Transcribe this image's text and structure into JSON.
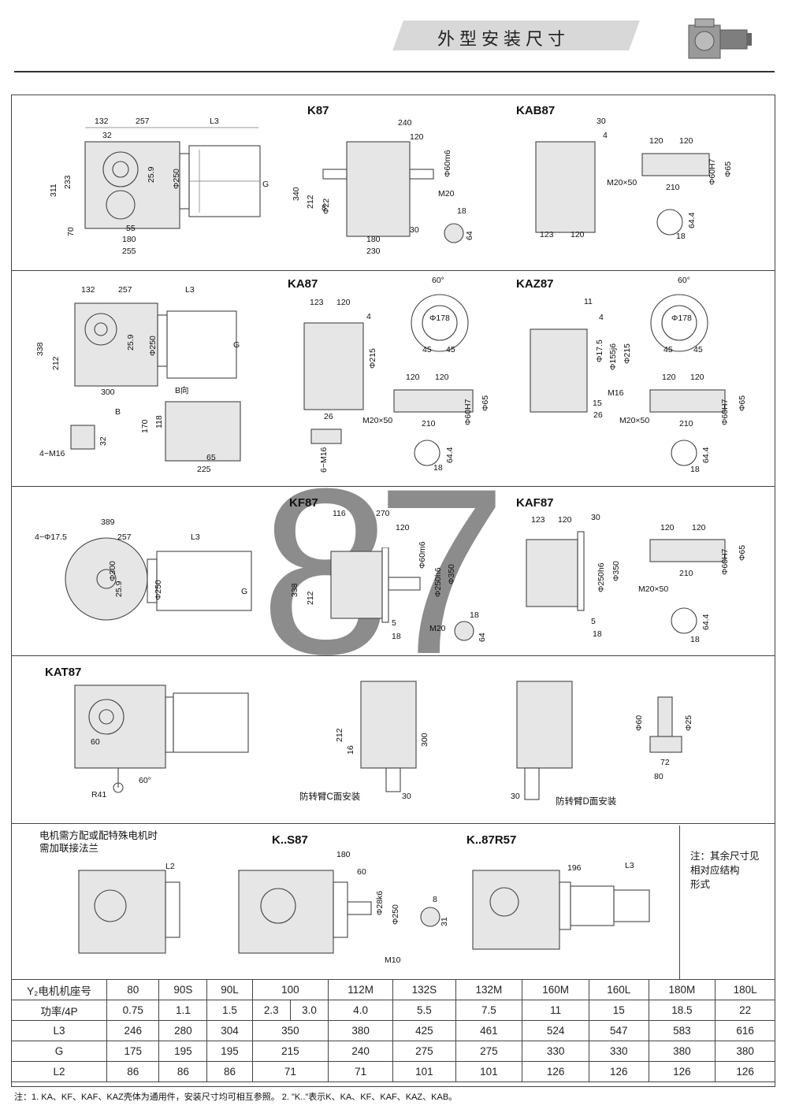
{
  "header": {
    "title": "外型安装尺寸"
  },
  "sections": {
    "k87": {
      "title": "K87",
      "dims": [
        "132",
        "257",
        "L3",
        "32",
        "311",
        "233",
        "25.9",
        "Φ250",
        "G",
        "70",
        "55",
        "180",
        "255"
      ]
    },
    "k87_side": {
      "dims": [
        "240",
        "120",
        "Φ60m6",
        "340",
        "212",
        "8",
        "Φ22",
        "M20",
        "18",
        "64",
        "30",
        "180",
        "230"
      ]
    },
    "kab87": {
      "title": "KAB87",
      "dims": [
        "30",
        "4",
        "120",
        "120",
        "M20×50",
        "210",
        "Φ60H7",
        "Φ65",
        "64.4",
        "18",
        "123",
        "120"
      ]
    },
    "ka87": {
      "title": "KA87",
      "dims": [
        "132",
        "257",
        "L3",
        "338",
        "212",
        "25.9",
        "Φ250",
        "G",
        "300",
        "B向",
        "123",
        "120",
        "4",
        "Φ215",
        "60°",
        "Φ178",
        "45",
        "45",
        "120",
        "120",
        "M20×50",
        "210",
        "Φ60H7",
        "Φ65",
        "B",
        "170",
        "118",
        "4−M16",
        "32",
        "26",
        "6−M16",
        "65",
        "225",
        "64.4",
        "18"
      ]
    },
    "kaz87": {
      "title": "KAZ87",
      "dims": [
        "11",
        "4",
        "Φ17.5",
        "Φ155j6",
        "Φ215",
        "M16",
        "15",
        "26",
        "60°",
        "Φ178",
        "45",
        "45",
        "120",
        "120",
        "M20×50",
        "210",
        "Φ60H7",
        "Φ65",
        "64.4",
        "18"
      ]
    },
    "kf87": {
      "title": "KF87",
      "dims": [
        "4−Φ17.5",
        "389",
        "257",
        "L3",
        "Φ300",
        "25.9",
        "Φ250",
        "G",
        "338",
        "212",
        "116",
        "270",
        "120",
        "Φ60m6",
        "Φ250h6",
        "Φ350",
        "5",
        "18",
        "M20",
        "18",
        "64"
      ]
    },
    "kaf87": {
      "title": "KAF87",
      "dims": [
        "123",
        "120",
        "30",
        "Φ250h6",
        "Φ350",
        "5",
        "18",
        "120",
        "120",
        "210",
        "Φ60H7",
        "Φ65",
        "M20×50",
        "64.4",
        "18"
      ]
    },
    "kat87": {
      "title": "KAT87",
      "dims": [
        "60",
        "R41",
        "60°",
        "212",
        "16",
        "300",
        "30",
        "30"
      ],
      "captionC": "防转臂C面安装",
      "captionD": "防转臂D面安装",
      "pin_dims": [
        "Φ60",
        "Φ25",
        "72",
        "80"
      ]
    },
    "motor_flange": {
      "text": "电机需方配或配特殊电机时\n需加联接法兰",
      "dims": [
        "L2"
      ]
    },
    "ks87": {
      "title": "K..S87",
      "dims": [
        "180",
        "60",
        "Φ28k6",
        "Φ250",
        "8",
        "31",
        "M10"
      ]
    },
    "k87r57": {
      "title": "K..87R57",
      "dims": [
        "196",
        "L3"
      ]
    },
    "side_note": "注：其余尺寸见\n相对应结构\n形式"
  },
  "table": {
    "rows": [
      {
        "label": "Y₂电机机座号",
        "cells": [
          "80",
          "90S",
          "90L",
          "100",
          "112M",
          "132S",
          "132M",
          "160M",
          "160L",
          "180M",
          "180L"
        ]
      },
      {
        "label": "功率/4P",
        "cells": [
          "0.75",
          "1.1",
          "1.5",
          "2.3",
          "3.0",
          "4.0",
          "5.5",
          "7.5",
          "11",
          "15",
          "18.5",
          "22"
        ]
      },
      {
        "label": "L3",
        "cells": [
          "246",
          "280",
          "304",
          "350",
          "380",
          "425",
          "461",
          "524",
          "547",
          "583",
          "616"
        ]
      },
      {
        "label": "G",
        "cells": [
          "175",
          "195",
          "195",
          "215",
          "240",
          "275",
          "275",
          "330",
          "330",
          "380",
          "380"
        ]
      },
      {
        "label": "L2",
        "cells": [
          "86",
          "86",
          "86",
          "71",
          "71",
          "101",
          "101",
          "126",
          "126",
          "126",
          "126"
        ]
      }
    ]
  },
  "watermark": "87",
  "footnote": "注：1. KA、KF、KAF、KAZ壳体为通用件，安装尺寸均可相互参照。   2. \"K..\"表示K、KA、KF、KAF、KAZ、KAB。"
}
